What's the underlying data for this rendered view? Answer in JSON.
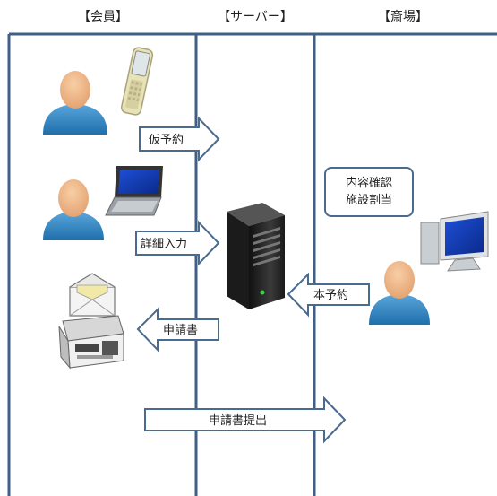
{
  "columns": [
    {
      "label": "【会員】"
    },
    {
      "label": "【サーバー】"
    },
    {
      "label": "【斎場】"
    }
  ],
  "arrows": {
    "provisional_reservation": "仮予約",
    "detail_input": "詳細入力",
    "final_reservation": "本予約",
    "application_form": "申請書",
    "application_submit": "申請書提出"
  },
  "note": {
    "line1": "内容確認",
    "line2": "施設割当"
  },
  "icons": {
    "member_phone": "person-with-mobile-phone-icon",
    "member_laptop": "person-with-laptop-icon",
    "member_fax": "envelope-and-fax-machine-icon",
    "server": "server-tower-icon",
    "venue_staff": "person-with-desktop-computer-icon"
  },
  "colors": {
    "lane_line": "#3f5f86",
    "arrow_fill": "#ffffff",
    "arrow_stroke": "#4a6a8e",
    "person_head": "#f2b988",
    "person_body": "#3a8cc8"
  }
}
